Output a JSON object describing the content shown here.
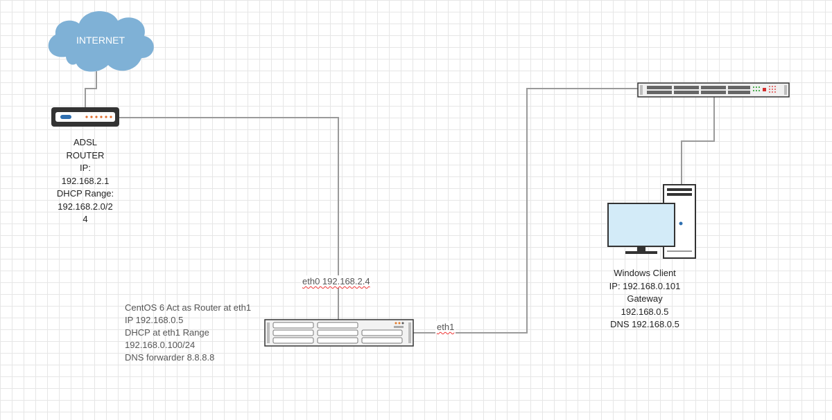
{
  "internet": {
    "label": "INTERNET"
  },
  "router": {
    "lines": [
      "ADSL",
      "ROUTER",
      "IP:",
      "192.168.2.1",
      "DHCP Range:",
      "192.168.2.0/2",
      "4"
    ]
  },
  "links": {
    "eth0_label": "eth0 192.168.2.4",
    "eth1_label": "eth1"
  },
  "server": {
    "lines": [
      "CentOS 6 Act as Router at eth1",
      "IP 192.168.0.5",
      "DHCP at eth1 Range",
      "192.168.0.100/24",
      "DNS forwarder 8.8.8.8"
    ]
  },
  "client": {
    "lines": [
      "Windows Client",
      "IP: 192.168.0.101",
      "Gateway",
      "192.168.0.5",
      "DNS 192.168.0.5"
    ]
  },
  "colors": {
    "cloud": "#7fb1d6",
    "line": "#9a9a9a",
    "device": "#333333",
    "monitor": "#d3ebf8"
  }
}
